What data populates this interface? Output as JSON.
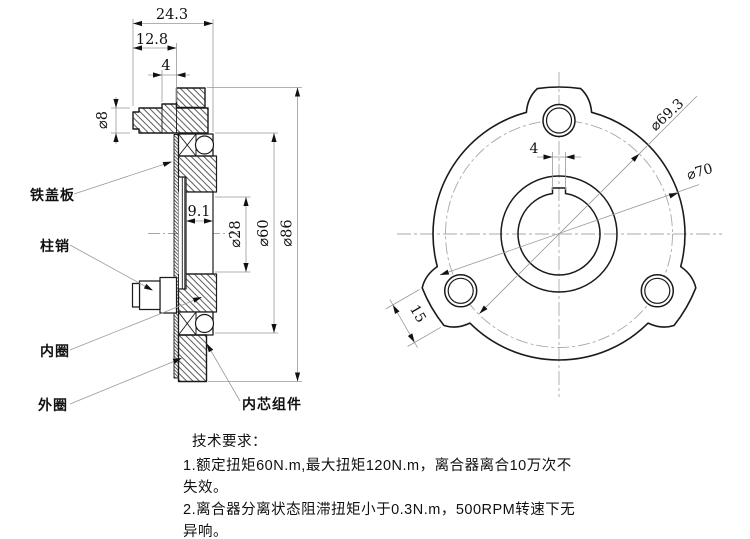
{
  "drawing": {
    "section_view": {
      "part_labels": {
        "cover_plate": "铁盖板",
        "pin": "柱销",
        "inner_ring": "内圈",
        "outer_ring": "外圈",
        "core_assembly": "内芯组件"
      },
      "dimensions": {
        "overall_width": "24.3",
        "hub_length": "12.8",
        "collar_width": "4",
        "shaft_diameter": "⌀8",
        "inner_width": "9.1",
        "bore_diameter": "⌀28",
        "bearing_diameter": "⌀60",
        "flange_diameter": "⌀86"
      }
    },
    "front_view": {
      "dimensions": {
        "keyway_width": "4",
        "bolt_circle_diameter": "⌀69.3",
        "body_diameter": "⌀70",
        "lobe_width": "15"
      }
    },
    "tech_requirements": {
      "heading": "技术要求：",
      "lines": [
        "1.额定扭矩60N.m,最大扭矩120N.m，离合器离合10万次不",
        "失效。",
        "2.离合器分离状态阻滞扭矩小于0.3N.m，500RPM转速下无",
        "异响。"
      ]
    },
    "colors": {
      "line": "#1a1a1a",
      "thin_line": "#999999",
      "center_line": "#a8a8a8",
      "background": "#ffffff"
    }
  }
}
